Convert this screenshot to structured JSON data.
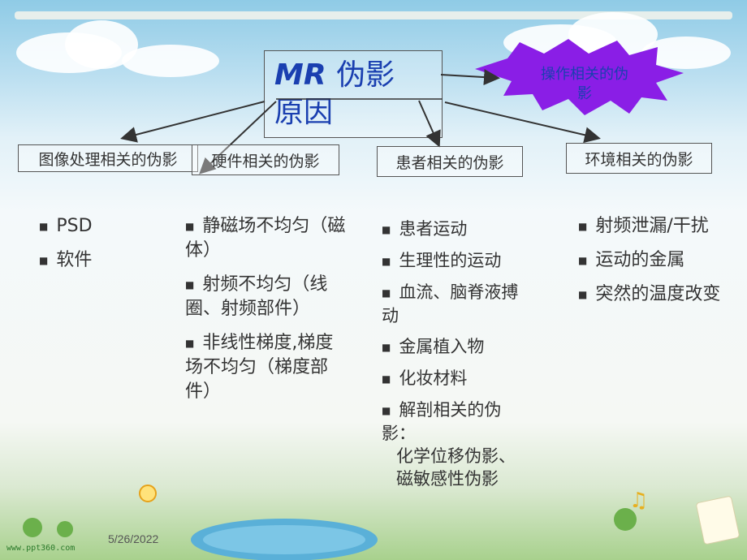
{
  "title": {
    "latin": "MR ",
    "line1_cn": "伪影",
    "line2": "原因"
  },
  "burst": {
    "line1": "操作相关的伪",
    "line2": "影",
    "fill": "#8a1ee6"
  },
  "categories": [
    {
      "label": "图像处理相关的伪影"
    },
    {
      "label": "硬件相关的伪影"
    },
    {
      "label": "患者相关的伪影"
    },
    {
      "label": "环境相关的伪影"
    }
  ],
  "col1": [
    "PSD",
    "软件"
  ],
  "col2": [
    "静磁场不均匀（磁体）",
    "射频不均匀（线圈、射频部件）",
    "非线性梯度,梯度场不均匀（梯度部件）"
  ],
  "col3": [
    "患者运动",
    "生理性的运动",
    "血流、脑脊液搏动",
    "金属植入物",
    "化妆材料",
    "解剖相关的伪影：",
    "化学位移伪影、磁敏感性伪影"
  ],
  "col4": [
    "射频泄漏/干扰",
    "运动的金属",
    "突然的温度改变"
  ],
  "footer": {
    "date": "5/26/2022",
    "watermark": "www.ppt360.com"
  },
  "colors": {
    "title": "#1a3fb0",
    "text": "#333333",
    "arrow": "#333333"
  }
}
